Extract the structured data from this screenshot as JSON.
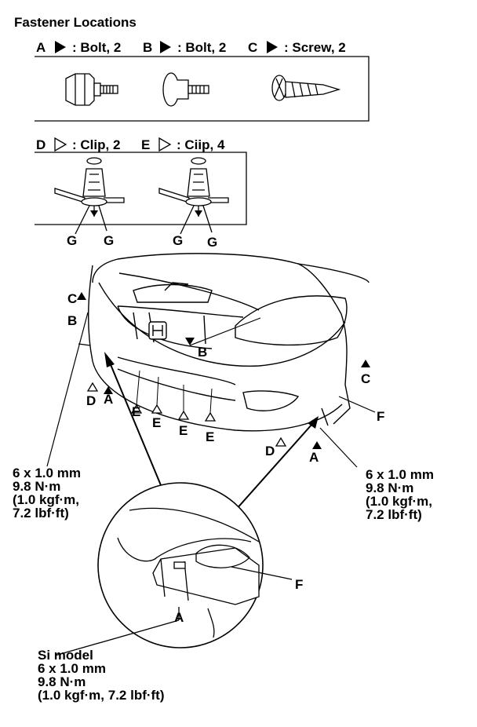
{
  "title": "Fastener Locations",
  "fasteners": [
    {
      "letter": "A",
      "desc": ": Bolt, 2",
      "marker": "solid"
    },
    {
      "letter": "B",
      "desc": ": Bolt, 2",
      "marker": "solid"
    },
    {
      "letter": "C",
      "desc": ": Screw, 2",
      "marker": "solid"
    },
    {
      "letter": "D",
      "desc": ": Clip, 2",
      "marker": "outline"
    },
    {
      "letter": "E",
      "desc": ": Ciip, 4",
      "marker": "outline"
    }
  ],
  "clip_pin_label": "G",
  "callouts": {
    "A": "A",
    "B": "B",
    "C": "C",
    "D": "D",
    "E": "E",
    "F": "F"
  },
  "torque_left": [
    "6 x 1.0 mm",
    "9.8 N·m",
    "(1.0 kgf·m,",
    "7.2 lbf·ft)"
  ],
  "torque_right": [
    "6 x 1.0 mm",
    "9.8 N·m",
    "(1.0 kgf·m,",
    "7.2 lbf·ft)"
  ],
  "si_note": [
    "Si model",
    "6 x 1.0 mm",
    "9.8 N·m",
    "(1.0 kgf·m, 7.2 lbf·ft)"
  ]
}
